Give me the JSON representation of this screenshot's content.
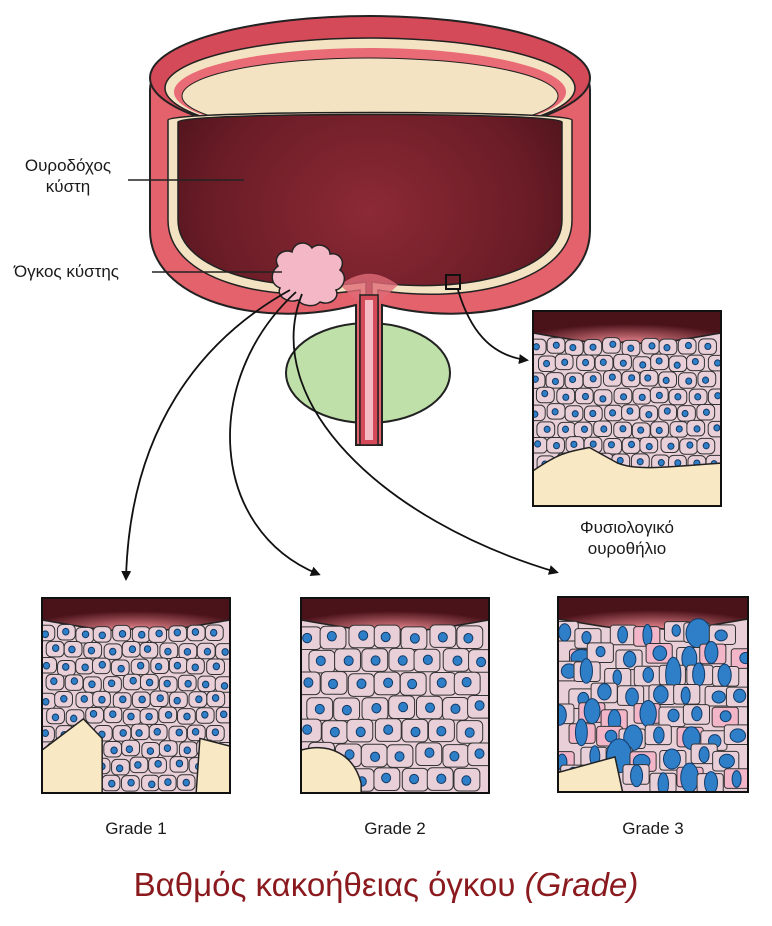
{
  "labels": {
    "bladder_line1": "Ουροδόχος",
    "bladder_line2": "κύστη",
    "tumor": "Όγκος κύστης",
    "normal_line1": "Φυσιολογικό",
    "normal_line2": "ουροθήλιο",
    "grade1": "Grade 1",
    "grade2": "Grade 2",
    "grade3": "Grade 3"
  },
  "title": {
    "main": "Βαθμός κακοήθειας όγκου ",
    "italic": "(Grade)"
  },
  "colors": {
    "wall": "#e4626b",
    "wall_dark": "#b83a48",
    "lumen": "#6b1e27",
    "lining": "#f6e6c2",
    "tumor": "#f3b7c6",
    "prostate": "#bfe0a8",
    "cell": "#e9cfd8",
    "nucleus": "#2f7fc8",
    "stroma": "#f9e8c4",
    "title": "#8b1a1f"
  },
  "icons": {
    "arrow": "curved-arrow-icon",
    "magnify_box": "magnify-square-icon"
  }
}
